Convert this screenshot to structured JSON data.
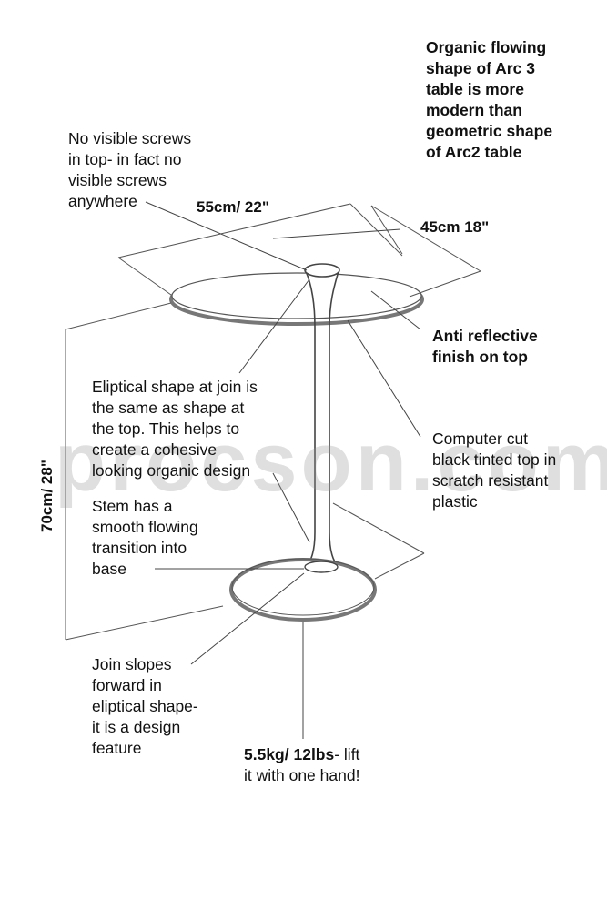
{
  "dimensions": {
    "width_label": "55cm/ 22\"",
    "depth_label": "45cm 18\"",
    "height_label": "70cm/ 28\""
  },
  "annotations": {
    "organic": [
      "Organic flowing",
      "shape of Arc 3",
      "table is more",
      "modern than",
      "geometric shape",
      "of Arc2 table"
    ],
    "screws": [
      "No visible screws",
      "in top- in fact no",
      "visible screws",
      "anywhere"
    ],
    "antireflective": [
      "Anti reflective",
      "finish on top"
    ],
    "eliptical": [
      "Eliptical shape at join is",
      "the same as shape at",
      "the top. This helps to",
      "create a cohesive",
      "looking organic design"
    ],
    "computer_cut": [
      "Computer cut",
      "black tinted top in",
      "scratch resistant",
      "plastic"
    ],
    "stem": [
      "Stem has a",
      "smooth flowing",
      "transition into",
      "base"
    ],
    "join": [
      "Join slopes",
      "forward in",
      "eliptical shape-",
      "it is a design",
      "feature"
    ],
    "weight": {
      "bold_part": "5.5kg/ 12lbs",
      "rest_part": "- lift",
      "line2": "it with one hand!"
    }
  },
  "watermark": "procson.com"
}
